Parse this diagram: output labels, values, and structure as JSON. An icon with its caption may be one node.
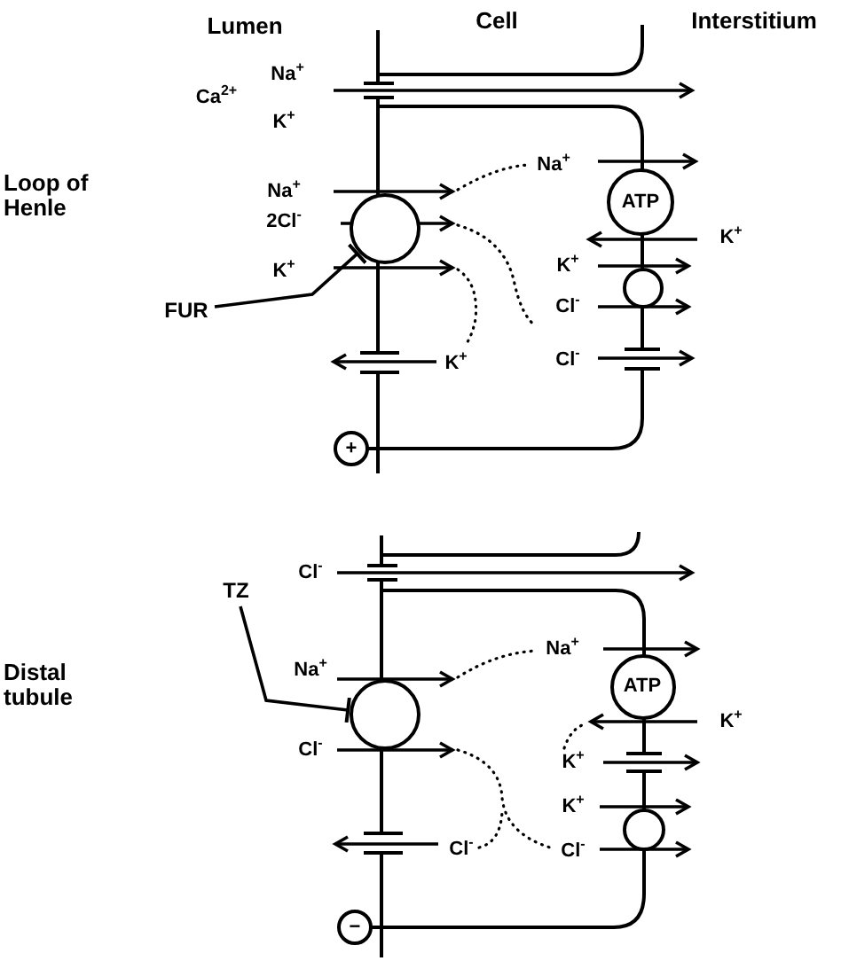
{
  "diagram": {
    "nodes": [
      {
        "text": [
          "ATP"
        ]
      },
      {
        "text": [],
        "shape": "circle"
      },
      {
        "text": [],
        "shape": "circle"
      },
      {
        "text": [
          "FUR"
        ]
      },
      {
        "text": [
          "+"
        ]
      },
      {
        "text": [
          "TZ"
        ]
      },
      {
        "text": [],
        "shape": "circle"
      },
      {
        "text": [
          "ATP"
        ]
      },
      {
        "text": [],
        "shape": "circle"
      },
      {
        "text": [
          "−"
        ]
      }
    ],
    "edges": [
      {
        "from": 3,
        "to": 1,
        "arrow": "other"
      },
      {
        "from": 5,
        "to": 6,
        "arrow": "other"
      }
    ],
    "labels": [
      "Lumen",
      "Cell",
      "Interstitium",
      "Na$^{+}$",
      "Ca$^{2+}$",
      "K$^{+}$",
      "Na$^{+}$",
      "Loop of Henle",
      "Na$^{+}$",
      "2Cl$^{-}$",
      "K$^{+}$",
      "K$^{+}$",
      "K$^{+}$",
      "Cl$^{-}$",
      "K$^{+}$",
      "Cl$^{-}$",
      "Cl$^{-}$",
      "Na$^{+}$",
      "Na$^{+}$",
      "Distal tubule",
      "K$^{+}$",
      "Cl$^{-}$",
      "K$^{+}$",
      "K$^{+}$",
      "Cl$^{-}$",
      "Cl$^{-}$"
    ]
  }
}
